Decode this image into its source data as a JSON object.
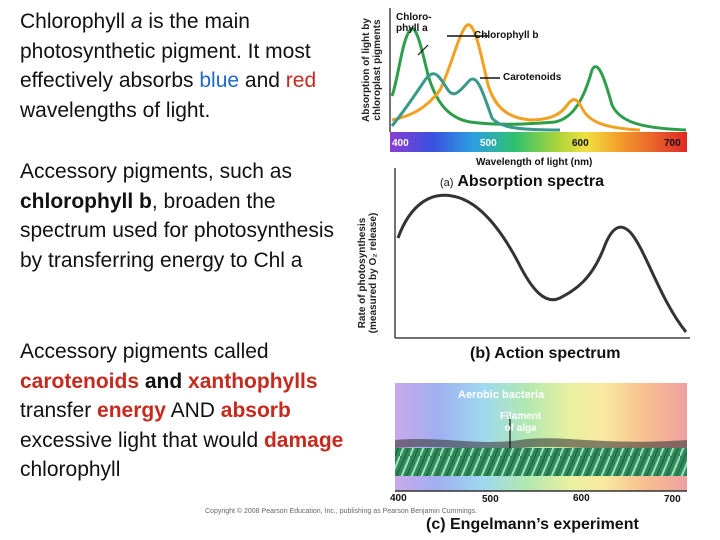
{
  "text": {
    "p1": {
      "a": "Chlorophyll ",
      "b": "a",
      "c": " is the main photosynthetic pigment. It most effectively absorbs ",
      "d": "blue",
      "e": " and ",
      "f": "red",
      "g": " wavelengths of light."
    },
    "p2": {
      "a": "Accessory pigments, such as ",
      "b": "chlorophyll b",
      "c": ", broaden the spectrum used for photosynthesis by transferring energy to Chl a"
    },
    "p3": {
      "a": "Accessory pigments called ",
      "b": "carotenoids",
      "c": " and ",
      "d": "xanthophylls",
      "e": " transfer ",
      "f": "energy",
      "g": " AND ",
      "h": "absorb",
      "i": " excessive light that would ",
      "j": "damage",
      "k": " chlorophyll"
    }
  },
  "figure": {
    "absorption": {
      "ylabel_line1": "Absorption of light by",
      "ylabel_line2": "chloroplast pigments",
      "curve_labels": {
        "chl_a_line1": "Chloro-",
        "chl_a_line2": "phyll a",
        "chl_b": "Chlorophyll b",
        "carotenoids": "Carotenoids"
      },
      "xlabel": "Wavelength of light (nm)",
      "ticks": [
        "400",
        "500",
        "600",
        "700"
      ],
      "panel_label_prefix": "(a)",
      "panel_label": "Absorption spectra"
    },
    "action": {
      "ylabel_line1": "Rate of photosynthesis",
      "ylabel_line2": "(measured by O₂ release)",
      "panel_label": "(b) Action spectrum"
    },
    "engelmann": {
      "bacteria_label": "Aerobic bacteria",
      "filament_line1": "Filament",
      "filament_line2": "of alga",
      "ticks": [
        "400",
        "500",
        "600",
        "700"
      ],
      "panel_label": "(c) Engelmann’s experiment"
    },
    "copyright": "Copyright © 2008 Pearson Education, Inc., publishing as Pearson Benjamin Cummings.",
    "colors": {
      "chl_a": "#2e9e4a",
      "chl_b": "#f2a020",
      "carotenoids": "#3a9a8a",
      "action_curve": "#333333"
    }
  }
}
